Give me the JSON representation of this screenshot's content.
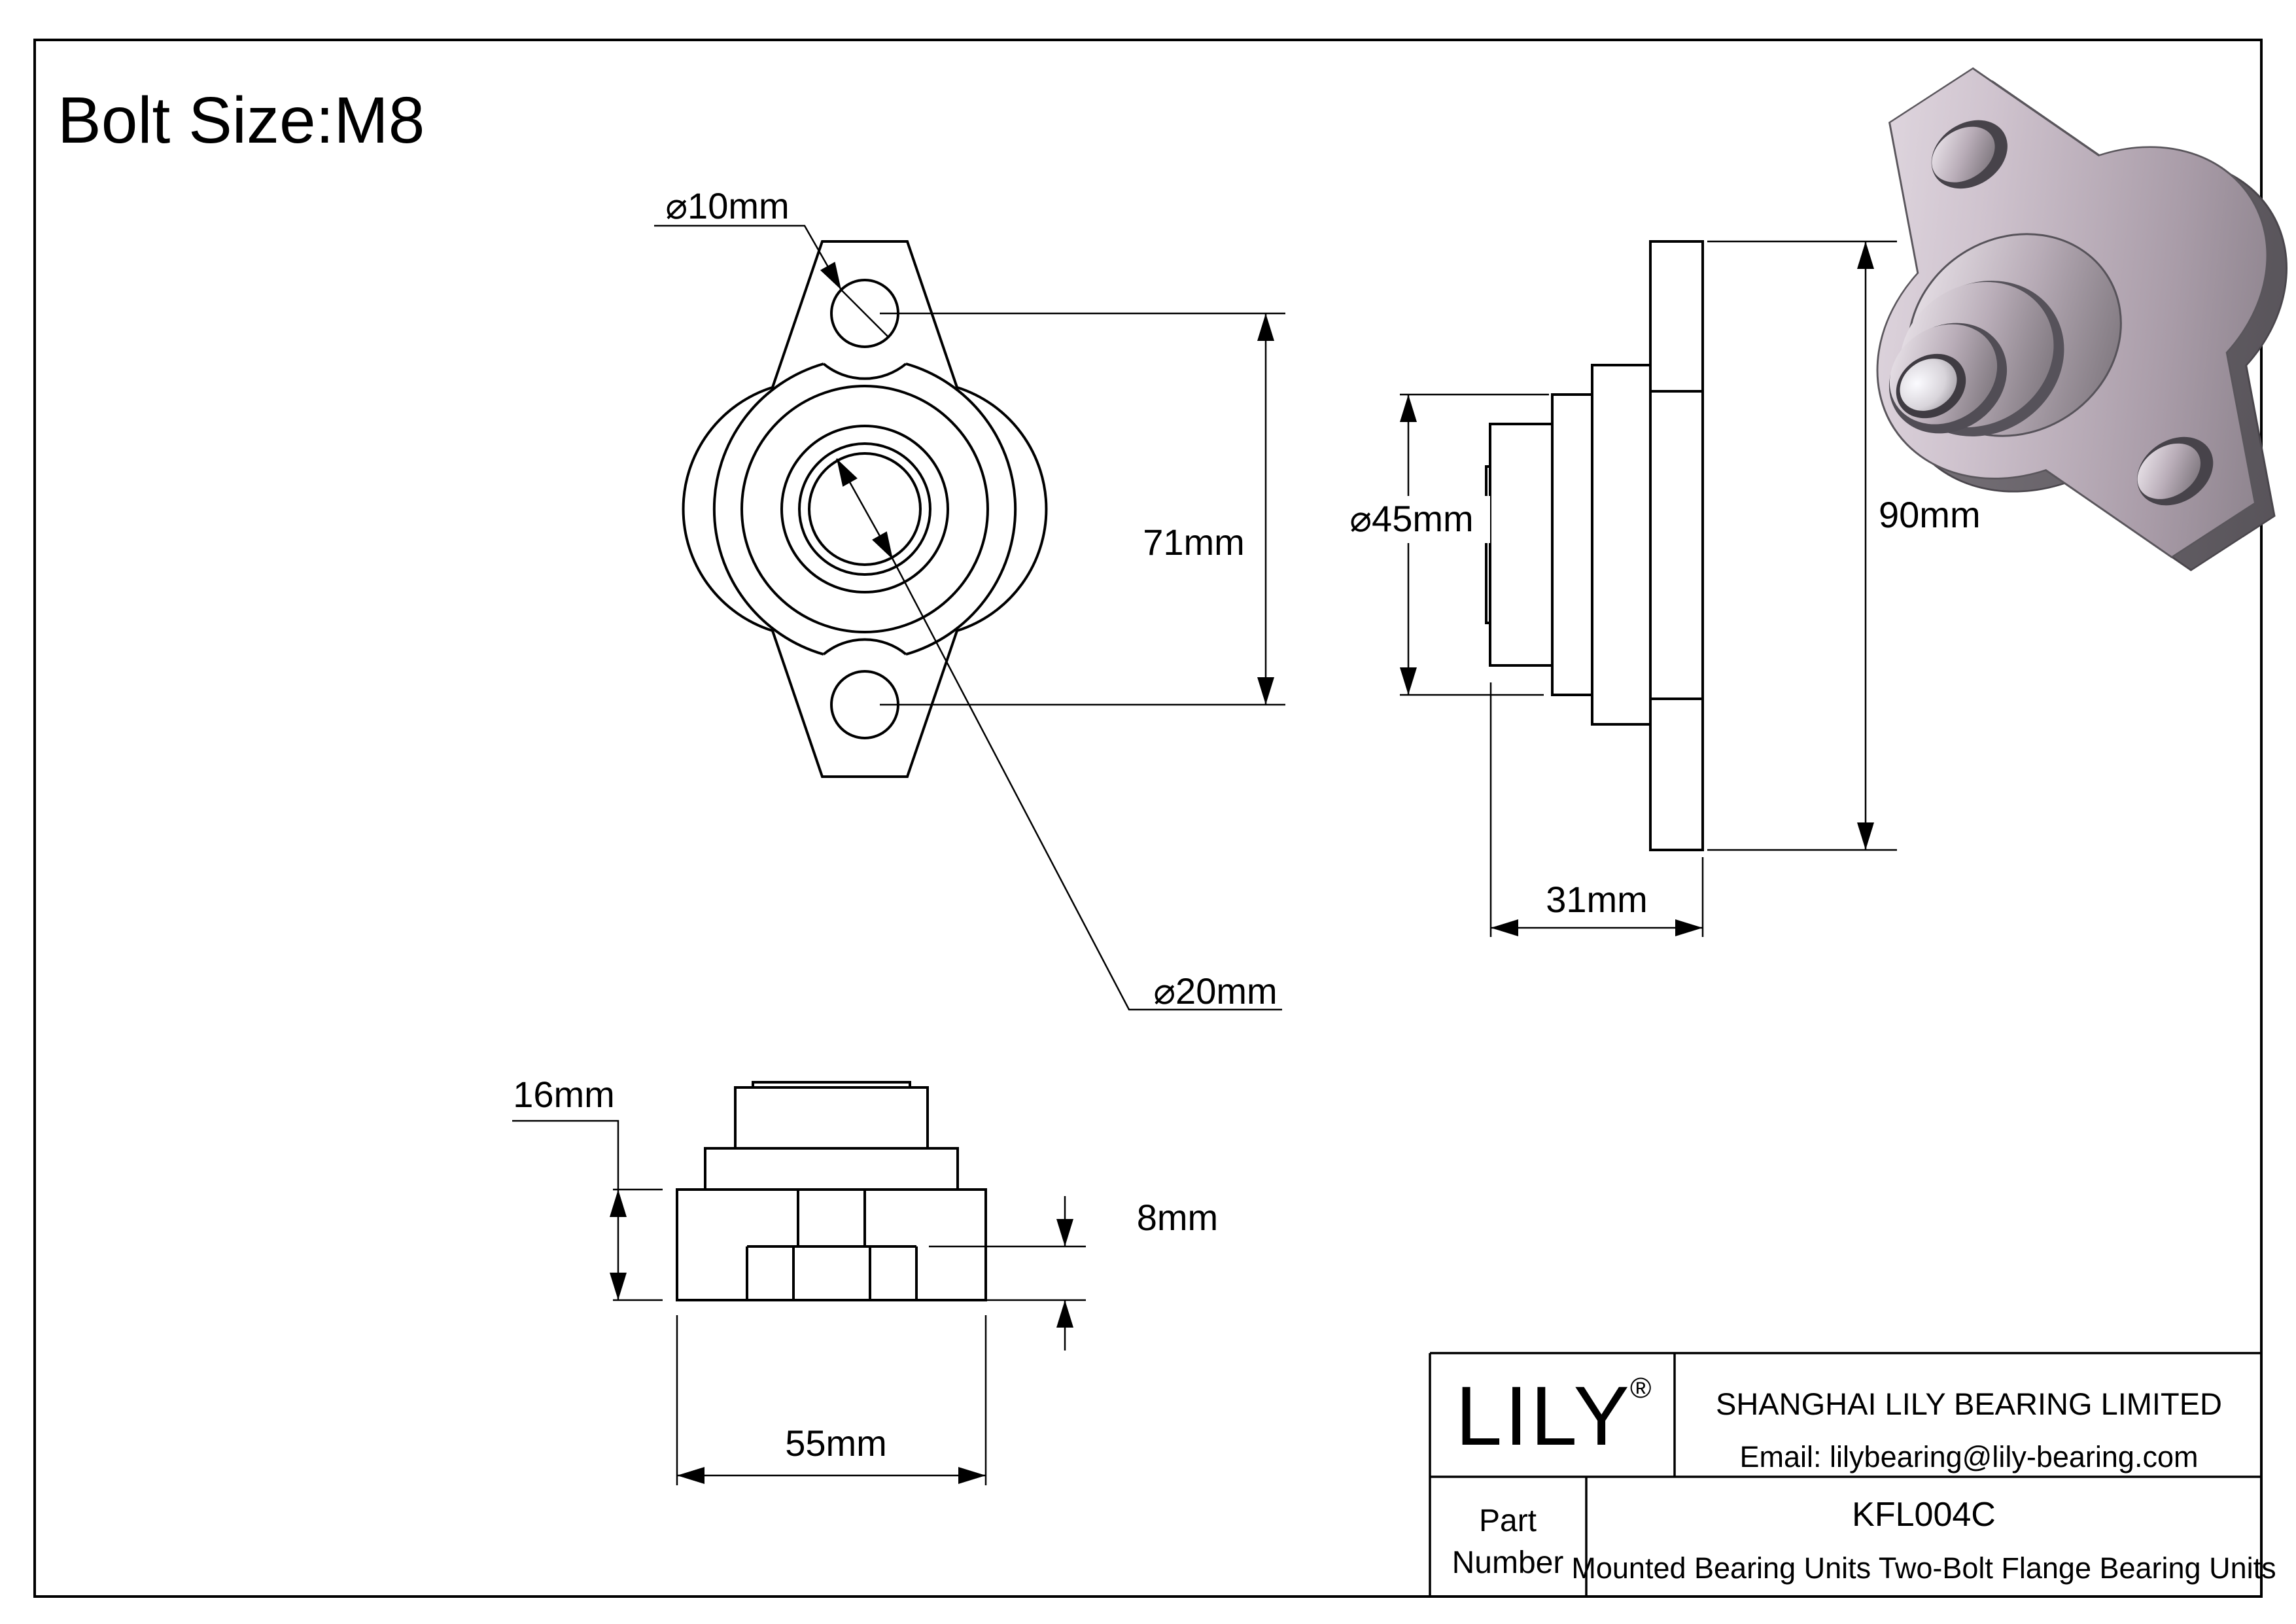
{
  "page": {
    "bolt_size_label": "Bolt Size:M8"
  },
  "front_view": {
    "dim_bolt_hole": "⌀10mm",
    "dim_bolt_spacing": "71mm",
    "dim_bore": "⌀20mm"
  },
  "side_view": {
    "dim_ring_od": "⌀45mm",
    "dim_flange_height": "90mm",
    "dim_total_width": "31mm"
  },
  "bottom_view": {
    "dim_flange_thickness": "16mm",
    "dim_step_height": "8mm",
    "dim_flange_length": "55mm"
  },
  "title_block": {
    "logo": "LILY",
    "registered_mark": "®",
    "company": "SHANGHAI LILY BEARING LIMITED",
    "email": "Email: lilybearing@lily-bearing.com",
    "part_label_line1": "Part",
    "part_label_line2": "Number",
    "part_number": "KFL004C",
    "description": "Mounted Bearing Units Two-Bolt Flange Bearing Units"
  },
  "colors": {
    "line": "#000000",
    "background": "#ffffff",
    "metal_light": "#e9e3e9",
    "metal_mid": "#b4a9b3",
    "metal_dark": "#6e686e",
    "metal_shadow": "#4e4a50"
  }
}
